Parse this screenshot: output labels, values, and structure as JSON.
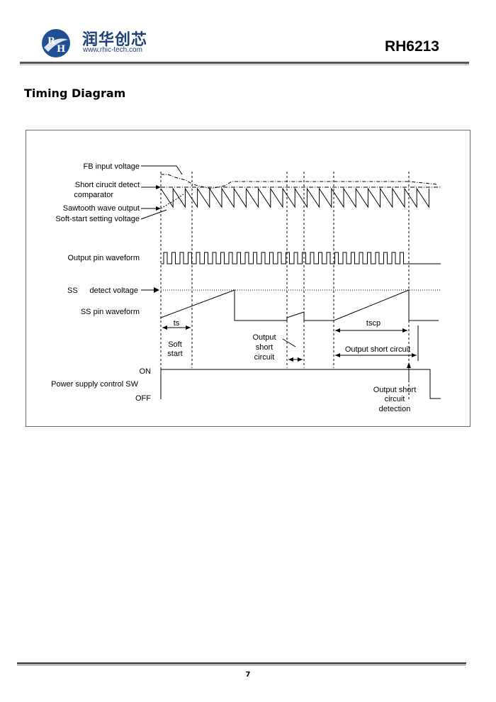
{
  "header": {
    "brand_cn": "润华创芯",
    "brand_url": "www.rhic-tech.com",
    "logo_letters": [
      "R",
      "H"
    ],
    "model": "RH6213"
  },
  "section": {
    "title": "Timing Diagram"
  },
  "diagram": {
    "labels": {
      "fb": "FB input voltage",
      "short_det_1": "Short cirucit detect",
      "short_det_2": "comparator",
      "sawtooth": "Sawtooth wave output",
      "softstart": "Soft-start setting voltage",
      "output_pin": "Output pin waveform",
      "ss_detect_a": "SS",
      "ss_detect_b": "detect voltage",
      "ss_pin": "SS pin waveform",
      "ts": "ts",
      "soft_start_1": "Soft",
      "soft_start_2": "start",
      "osc_1": "Output",
      "osc_2": "short",
      "osc_3": "circuit",
      "tscp": "tscp",
      "osc_long": "Output short circuit",
      "on": "ON",
      "off": "OFF",
      "psw": "Power supply control SW",
      "det_1": "Output short",
      "det_2": "circuit",
      "det_3": "detection"
    }
  },
  "footer": {
    "page_number": "7"
  }
}
